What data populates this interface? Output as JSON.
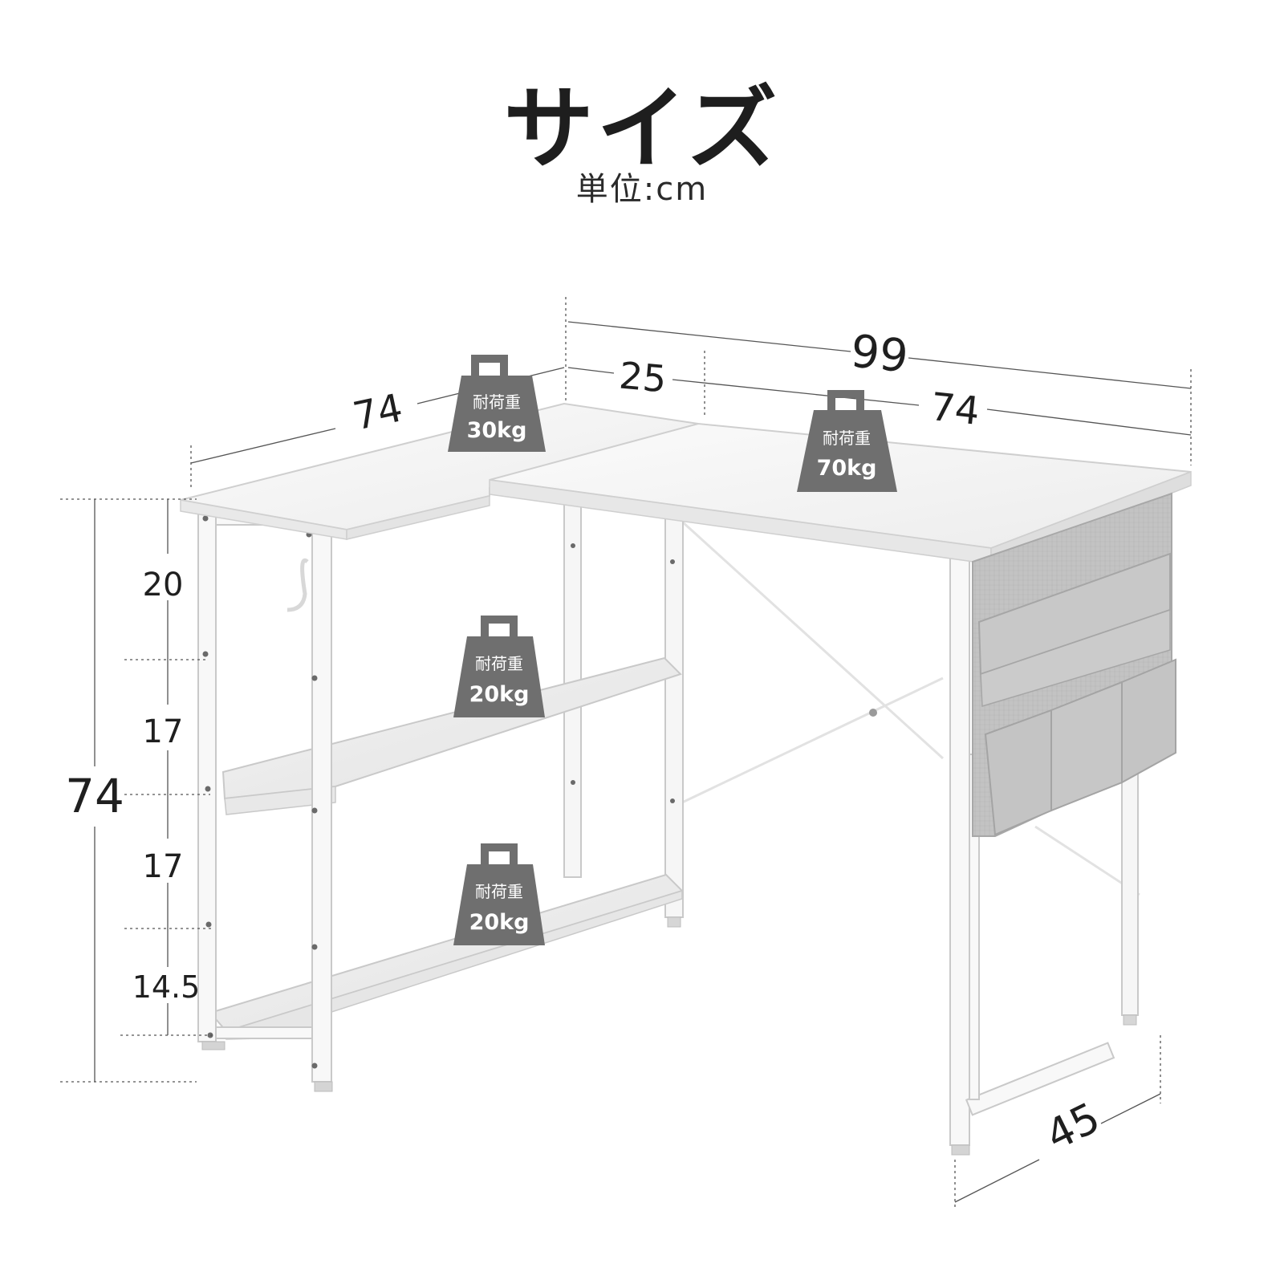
{
  "title": "サイズ",
  "unit": "単位:cm",
  "dimensions": {
    "total_width": "99",
    "top_left_depth": "74",
    "overlap": "25",
    "main_width": "74",
    "total_height": "74",
    "shelf_gap_top": "20",
    "shelf_gap_mid": "17",
    "shelf_gap_low": "17",
    "shelf_floor": "14.5",
    "main_depth": "45"
  },
  "weights": {
    "label": "耐荷重",
    "top_left": "30kg",
    "top_main": "70kg",
    "shelf_middle": "20kg",
    "shelf_bottom": "20kg"
  },
  "colors": {
    "weight_badge": "#6f6f6f",
    "frame": "#f4f4f4",
    "frame_stroke": "#c8c8c8",
    "pocket": "#bdbdbd",
    "dim_line": "#555555"
  }
}
